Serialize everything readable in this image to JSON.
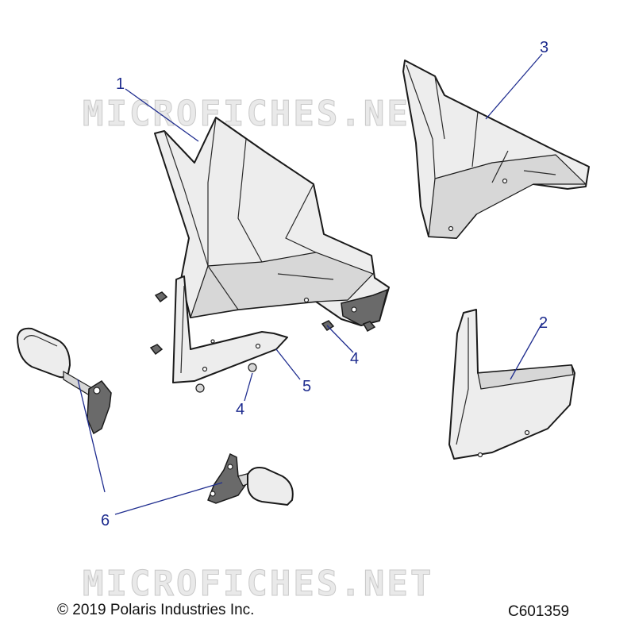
{
  "watermark": "MICROFICHES.NET",
  "callouts": [
    "1",
    "2",
    "3",
    "4",
    "4",
    "5",
    "6"
  ],
  "footer": {
    "copyright": "© 2019 Polaris Industries Inc.",
    "diagram_id": "C601359"
  },
  "colors": {
    "callout": "#1f2d8f",
    "part_fill": "#ededed",
    "outline": "#1a1a1a"
  }
}
